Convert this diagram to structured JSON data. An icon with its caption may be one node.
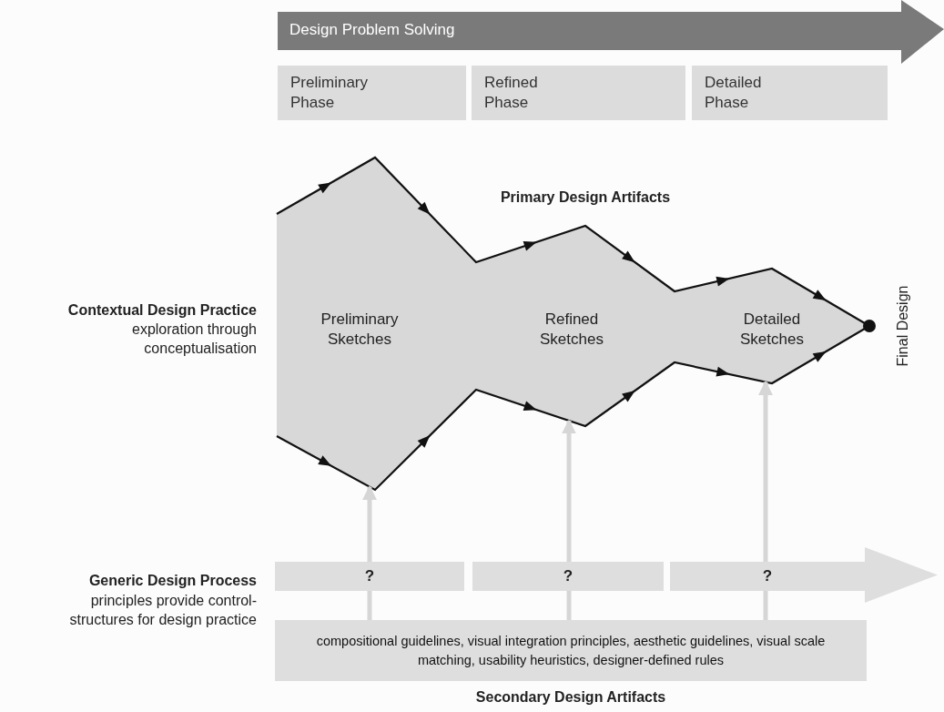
{
  "diagram": {
    "nodes": [
      {
        "text": [
          "Design Problem Solving"
        ]
      },
      {
        "text": [
          "Preliminary Phase"
        ]
      },
      {
        "text": [
          "Refined Phase"
        ]
      },
      {
        "text": [
          "Detailed Phase"
        ]
      },
      {
        "text": [
          "Preliminary Sketches",
          "Refined Sketches",
          "Detailed Sketches"
        ]
      },
      {
        "text": [],
        "shape": "circle",
        "beside": [
          "Final Design"
        ]
      },
      {
        "text": [
          "?"
        ]
      },
      {
        "text": [
          "?"
        ]
      },
      {
        "text": [
          "?"
        ]
      },
      {
        "text": [
          "compositional guidelines, visual integration principles, aesthetic guidelines, visual scale matching, usability heuristics, designer-defined rules"
        ],
        "beside": [
          "Secondary Design Artifacts"
        ]
      }
    ],
    "edges": [
      {
        "from": 9,
        "to": 6,
        "arrow": "none"
      },
      {
        "from": 9,
        "to": 7,
        "arrow": "none"
      },
      {
        "from": 9,
        "to": 8,
        "arrow": "none"
      },
      {
        "from": 6,
        "to": 4,
        "arrow": "to"
      },
      {
        "from": 7,
        "to": 4,
        "arrow": "to"
      },
      {
        "from": 8,
        "to": 4,
        "arrow": "to"
      }
    ],
    "labels": [
      "Primary Design Artifacts",
      "Contextual Design Practice",
      "exploration through conceptualisation",
      "Generic Design Process",
      "principles provide control-structures for design practice"
    ]
  }
}
